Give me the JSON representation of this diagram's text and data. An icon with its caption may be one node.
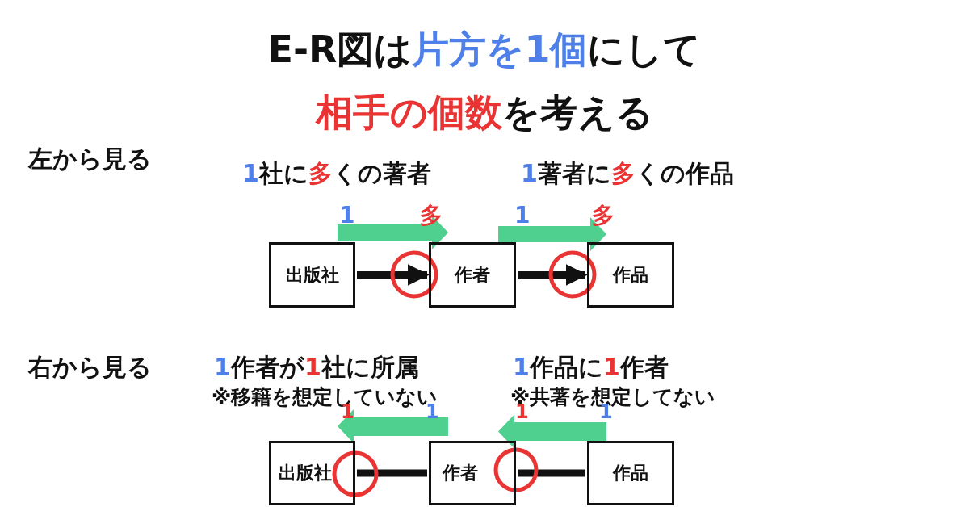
{
  "diagram": {
    "title": "E-R図は片方を1個にして相手の個数を考える",
    "nodes": [
      {
        "text": [
          "出版社"
        ]
      },
      {
        "text": [
          "作者"
        ]
      },
      {
        "text": [
          "作品"
        ]
      },
      {
        "text": [
          "出版社"
        ]
      },
      {
        "text": [
          "作者"
        ]
      },
      {
        "text": [
          "作品"
        ]
      }
    ],
    "edges": [
      {
        "from": 0,
        "to": 1,
        "arrow": "to"
      },
      {
        "from": 1,
        "to": 2,
        "arrow": "to"
      },
      {
        "from": 3,
        "to": 4,
        "arrow": "none"
      },
      {
        "from": 4,
        "to": 5,
        "arrow": "none"
      },
      {
        "from": 0,
        "to": 1,
        "arrow": "to",
        "style": "thick",
        "color": "#4fd08f"
      },
      {
        "from": 1,
        "to": 2,
        "arrow": "to",
        "style": "thick",
        "color": "#4fd08f"
      },
      {
        "from": 4,
        "to": 3,
        "arrow": "to",
        "style": "thick",
        "color": "#4fd08f"
      },
      {
        "from": 5,
        "to": 4,
        "arrow": "to",
        "style": "thick",
        "color": "#4fd08f"
      }
    ],
    "labels": [
      "左から見る",
      "1社に多くの著者",
      "1著者に多くの作品",
      "1",
      "多",
      "1",
      "多",
      "右から見る",
      "1作者が1社に所属",
      "1作品に1作者",
      "※移籍を想定していない",
      "※共著を想定してない",
      "1",
      "1",
      "1",
      "1"
    ]
  }
}
